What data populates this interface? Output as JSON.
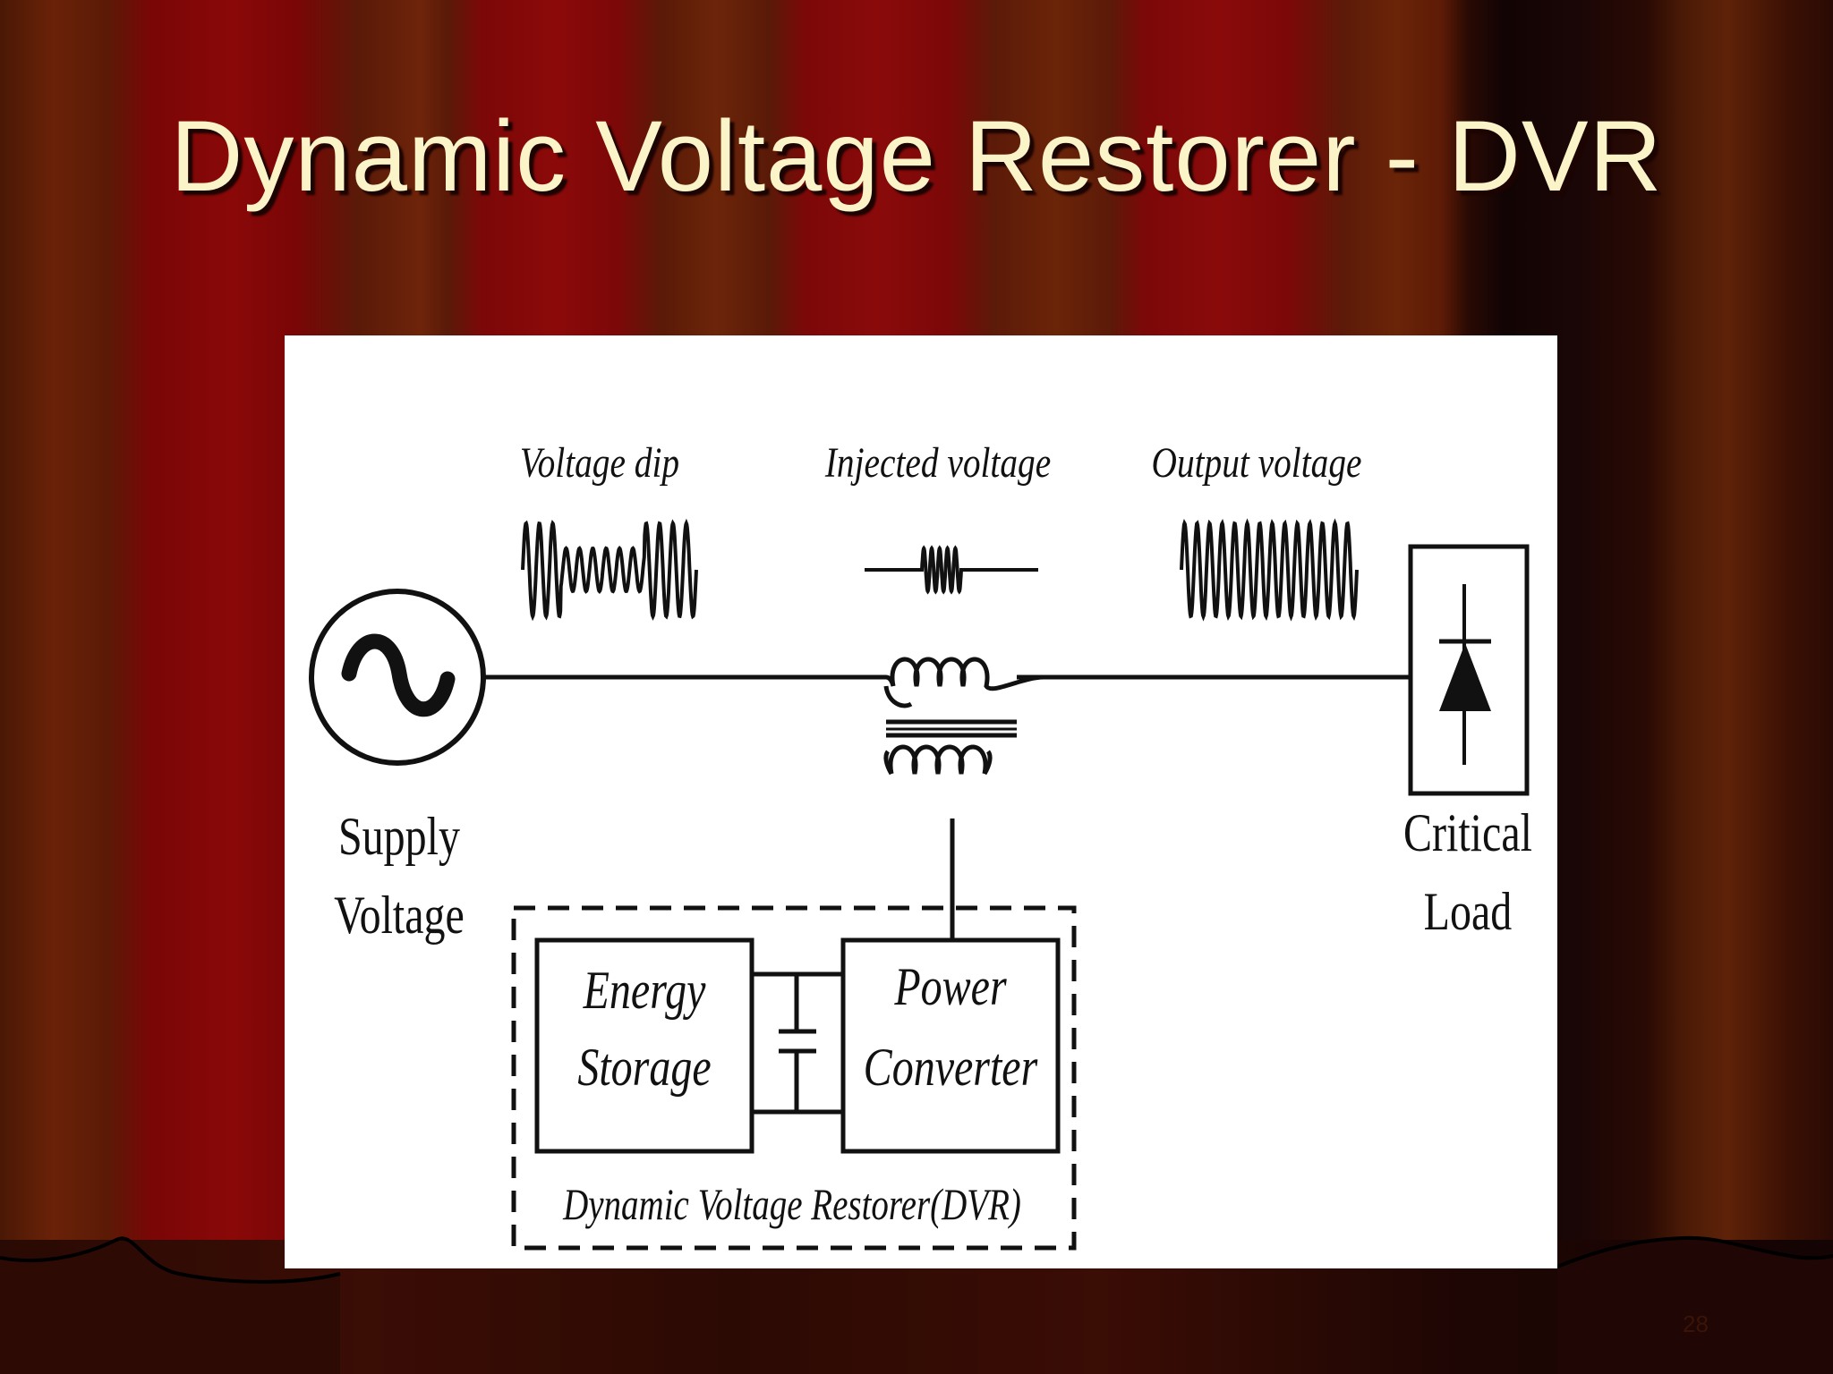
{
  "slide": {
    "title": "Dynamic Voltage Restorer - DVR",
    "number": "28"
  },
  "diagram": {
    "waveforms": {
      "voltage_dip": "Voltage dip",
      "injected_voltage": "Injected voltage",
      "output_voltage": "Output voltage"
    },
    "supply": {
      "line1": "Supply",
      "line2": "Voltage"
    },
    "load": {
      "line1": "Critical",
      "line2": "Load"
    },
    "energy_storage": {
      "line1": "Energy",
      "line2": "Storage"
    },
    "power_converter": {
      "line1": "Power",
      "line2": "Converter"
    },
    "dvr_label": "Dynamic Voltage Restorer(DVR)"
  }
}
